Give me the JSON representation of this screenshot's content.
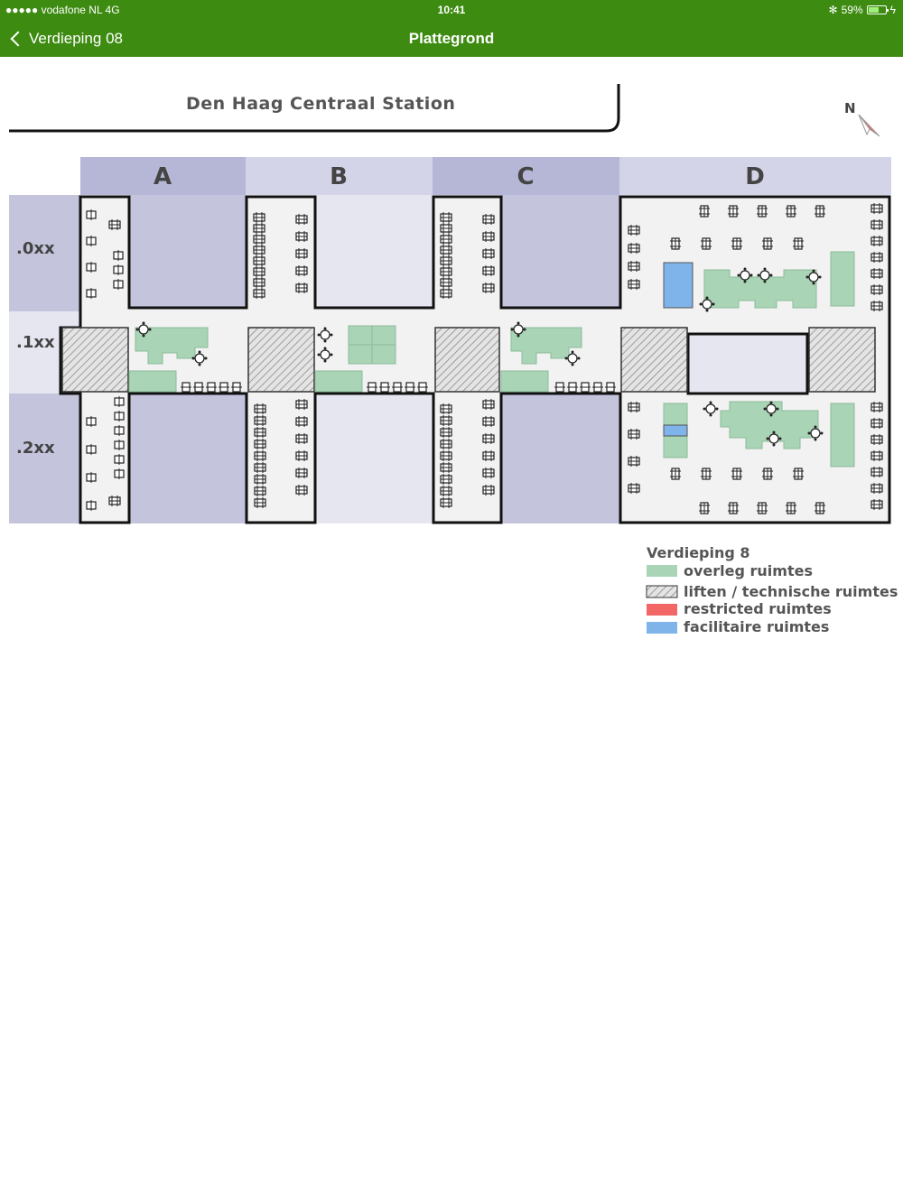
{
  "status_bar": {
    "carrier": "●●●●● vodafone NL   4G",
    "time": "10:41",
    "bluetooth": "✻",
    "battery_percent": "59%",
    "battery_level": 0.59
  },
  "nav": {
    "back_label": "Verdieping 08",
    "title": "Plattegrond"
  },
  "map": {
    "station_label": "Den Haag Centraal Station",
    "compass_label": "N",
    "columns": [
      "A",
      "B",
      "C",
      "D"
    ],
    "rows": [
      ".0xx",
      ".1xx",
      ".2xx"
    ],
    "legend": {
      "title": "Verdieping 8",
      "items": [
        {
          "label": "overleg ruimtes",
          "color": "#a9d4b5"
        },
        {
          "label": "liften / technische ruimtes",
          "color": "#cccccc"
        },
        {
          "label": "restricted ruimtes",
          "color": "#f26666"
        },
        {
          "label": "facilitaire ruimtes",
          "color": "#7fb4ea"
        }
      ]
    }
  },
  "colors": {
    "brand_green": "#3e8b12",
    "header_dark": "#b6b6d6",
    "header_light": "#d4d4e8",
    "zone_fill": "#c4c4dd",
    "zone_light": "#e6e6f1",
    "meeting_green": "#a9d4b5",
    "facility_blue": "#7fb4ea",
    "restricted_red": "#f26666"
  }
}
